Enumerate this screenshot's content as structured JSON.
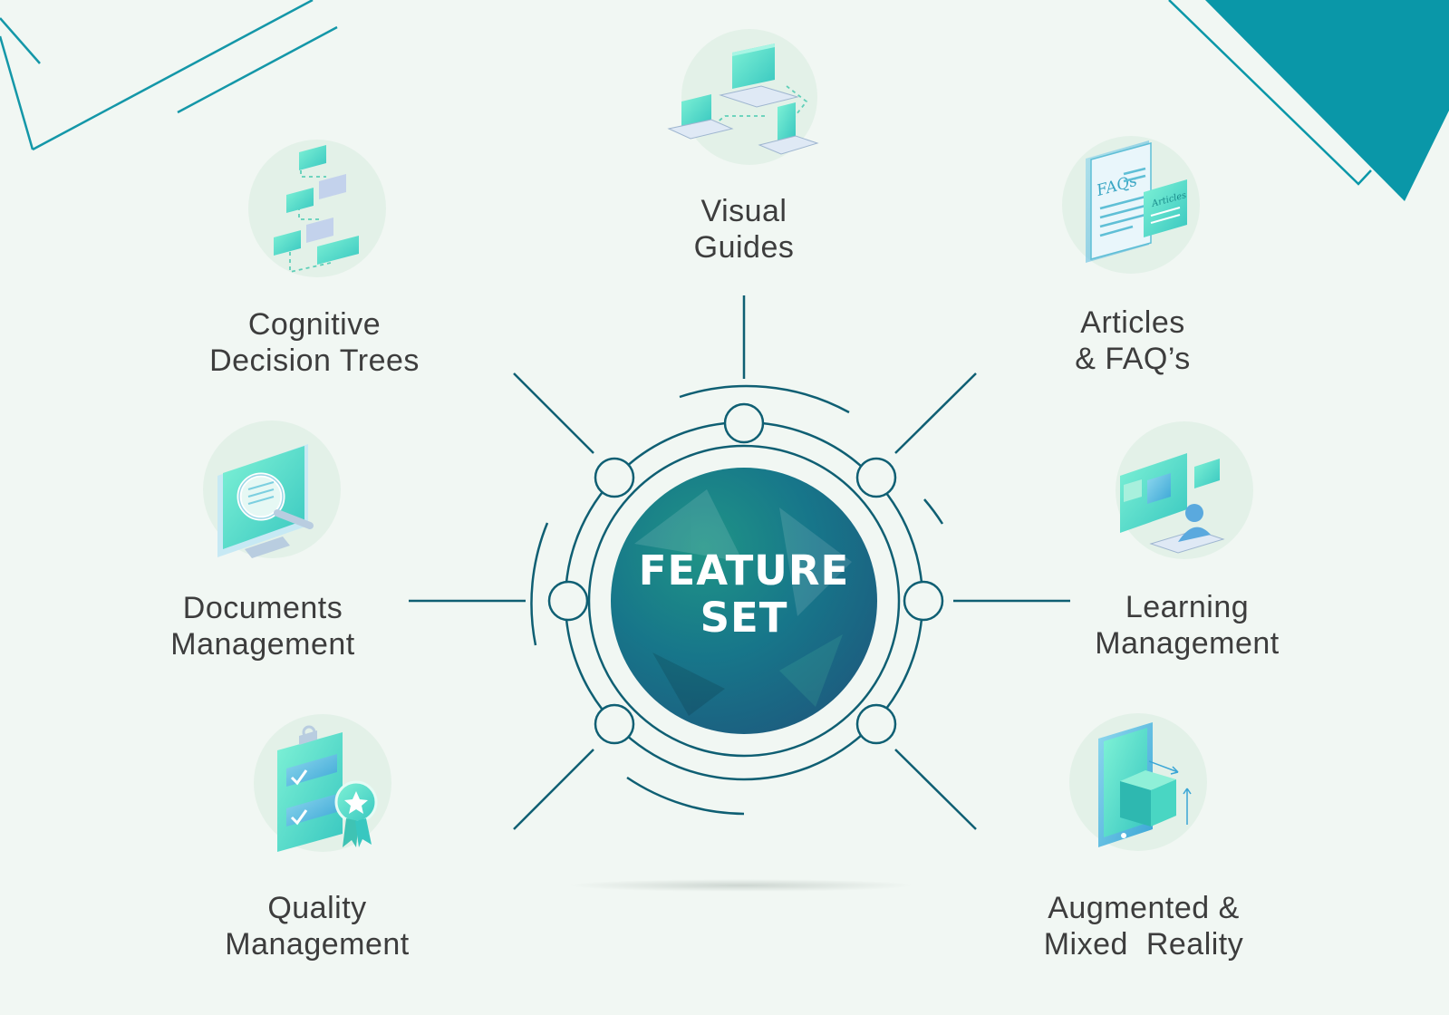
{
  "center": {
    "line1": "FEATURE",
    "line2": "SET"
  },
  "features": {
    "visual_guides": {
      "line1": "Visual",
      "line2": "Guides"
    },
    "cognitive_decision_trees": {
      "line1": "Cognitive",
      "line2": "Decision Trees"
    },
    "articles_faqs": {
      "line1": "Articles",
      "line2": "& FAQ’s"
    },
    "documents_management": {
      "line1": "Documents",
      "line2": "Management"
    },
    "learning_management": {
      "line1": "Learning",
      "line2": "Management"
    },
    "quality_management": {
      "line1": "Quality",
      "line2": "Management"
    },
    "augmented_mixed_reality": {
      "line1": "Augmented &",
      "line2": "Mixed  Reality"
    }
  },
  "icons": {
    "visual_guides": "devices-network-icon",
    "cognitive_decision_trees": "decision-tree-icon",
    "articles_faqs": "faq-articles-icon",
    "documents_management": "magnifier-monitor-icon",
    "learning_management": "learning-screen-icon",
    "quality_management": "checklist-badge-icon",
    "augmented_mixed_reality": "ar-cube-tablet-icon"
  },
  "icon_text": {
    "faqs": "FAQs",
    "articles": "Articles"
  },
  "colors": {
    "background": "#f1f7f3",
    "line": "#0f5f73",
    "accent_teal": "#0a97a8",
    "icon_mint": "#5ce8c8",
    "text": "#3d3d3d",
    "center_start": "#17878a",
    "center_end": "#1b6585"
  }
}
